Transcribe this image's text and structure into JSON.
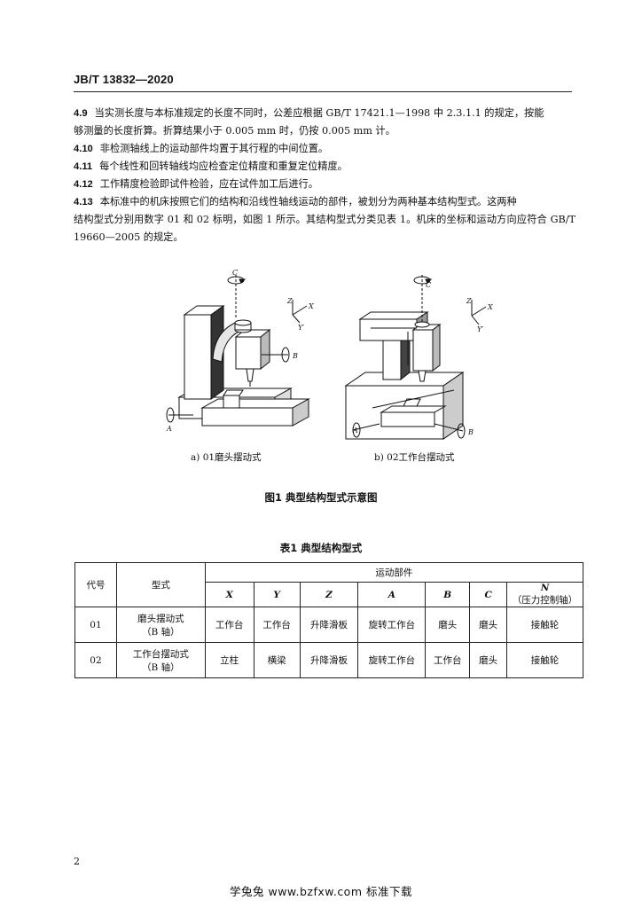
{
  "header": {
    "code": "JB/T 13832—2020"
  },
  "clauses": [
    {
      "num": "4.9",
      "text": "当实测长度与本标准规定的长度不同时，公差应根据 GB/T 17421.1—1998 中 2.3.1.1 的规定，按能",
      "cont": "够测量的长度折算。折算结果小于 0.005 mm 时，仍按 0.005 mm 计。"
    },
    {
      "num": "4.10",
      "text": "非检测轴线上的运动部件均置于其行程的中间位置。",
      "cont": ""
    },
    {
      "num": "4.11",
      "text": "每个线性和回转轴线均应检查定位精度和重复定位精度。",
      "cont": ""
    },
    {
      "num": "4.12",
      "text": "工作精度检验即试件检验，应在试件加工后进行。",
      "cont": ""
    },
    {
      "num": "4.13",
      "text": "本标准中的机床按照它们的结构和沿线性轴线运动的部件，被划分为两种基本结构型式。这两种",
      "cont": "结构型式分别用数字 01 和 02 标明，如图 1 所示。其结构型式分类见表 1。机床的坐标和运动方向应符合 GB/T 19660—2005 的规定。"
    }
  ],
  "figure": {
    "caption_a": "a) 01磨头摆动式",
    "caption_b": "b) 02工作台摆动式",
    "title": "图1   典型结构型式示意图",
    "labels": {
      "c": "C",
      "z": "Z",
      "x": "X",
      "y": "Y′",
      "b": "B",
      "a": "A"
    }
  },
  "table": {
    "title": "表1   典型结构型式",
    "header": {
      "code": "代号",
      "type": "型式",
      "moving": "运动部件"
    },
    "axes": [
      "X",
      "Y",
      "Z",
      "A",
      "B",
      "C"
    ],
    "n_axis": {
      "letter": "N",
      "label": "（压力控制轴）"
    },
    "rows": [
      {
        "code": "01",
        "type": "磨头摆动式",
        "axis_note": "（B 轴）",
        "cells": [
          "工作台",
          "工作台",
          "升降滑板",
          "旋转工作台",
          "磨头",
          "磨头",
          "接触轮"
        ]
      },
      {
        "code": "02",
        "type": "工作台摆动式",
        "axis_note": "（B 轴）",
        "cells": [
          "立柱",
          "横梁",
          "升降滑板",
          "旋转工作台",
          "工作台",
          "磨头",
          "接触轮"
        ]
      }
    ]
  },
  "page_number": "2",
  "footer": "学兔兔 www.bzfxw.com 标准下载"
}
